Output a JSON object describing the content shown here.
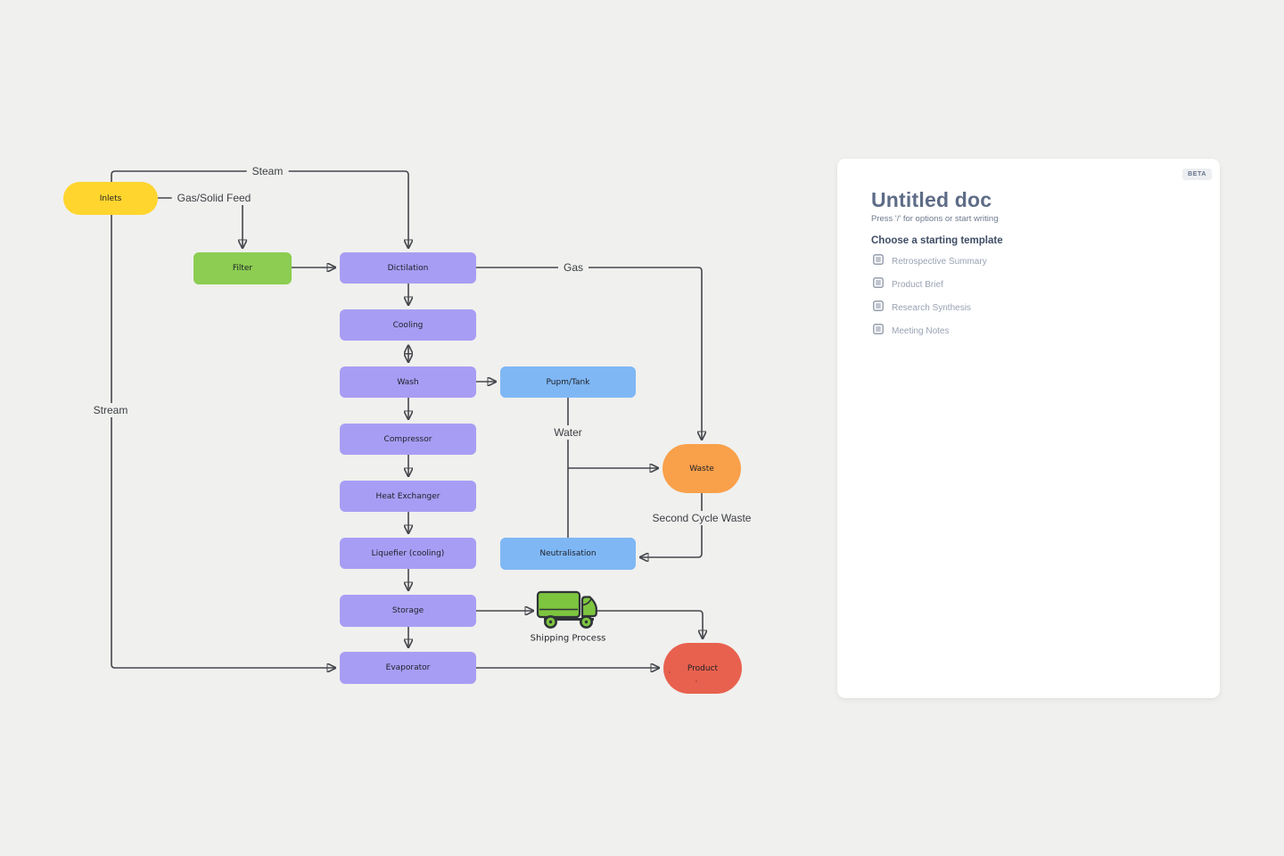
{
  "colors": {
    "canvas": "#F0F0EE",
    "yellow": "#FFD52E",
    "green": "#8CCD52",
    "purple": "#A89DF4",
    "blue": "#7FB7F5",
    "orange": "#F9A04A",
    "red": "#E8614E",
    "line": "#45474D"
  },
  "diagram": {
    "nodes": [
      {
        "label": "Inlets"
      },
      {
        "label": "Filter"
      },
      {
        "label": "Dictilation"
      },
      {
        "label": "Cooling"
      },
      {
        "label": "Wash"
      },
      {
        "label": "Pupm/Tank"
      },
      {
        "label": "Compressor"
      },
      {
        "label": "Heat Exchanger"
      },
      {
        "label": "Liquefier (cooling)"
      },
      {
        "label": "Storage"
      },
      {
        "label": "Evaporator"
      },
      {
        "label": "Waste"
      },
      {
        "label": "Neutralisation"
      },
      {
        "label": "Product"
      }
    ],
    "edge_labels": {
      "steam": "Steam",
      "gas_solid_feed": "Gas/Solid Feed",
      "gas": "Gas",
      "water": "Water",
      "second_cycle_waste": "Second Cycle Waste",
      "stream": "Stream",
      "shipping_process": "Shipping Process"
    },
    "product_marks": [
      "'",
      "'"
    ]
  },
  "doc_panel": {
    "badge": "BETA",
    "title": "Untitled doc",
    "hint": "Press '/' for options or start writing",
    "templates_heading": "Choose a starting template",
    "templates": [
      {
        "label": "Retrospective Summary"
      },
      {
        "label": "Product Brief"
      },
      {
        "label": "Research Synthesis"
      },
      {
        "label": "Meeting Notes"
      }
    ]
  }
}
